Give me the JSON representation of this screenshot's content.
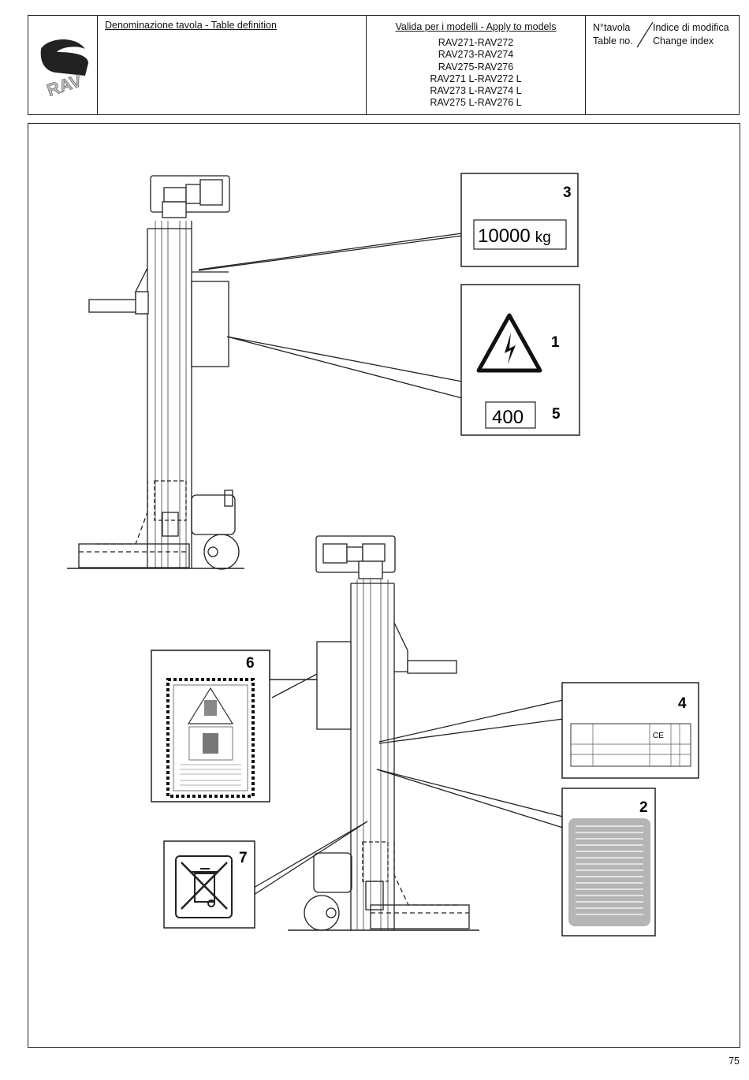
{
  "header": {
    "logo_text": "RAV",
    "table_definition_label": "Denominazione tavola - Table definition",
    "apply_to_models_label": "Valida per i modelli - Apply to models",
    "models": [
      "RAV271-RAV272",
      "RAV273-RAV274",
      "RAV275-RAV276",
      "RAV271 L-RAV272 L",
      "RAV273 L-RAV274 L",
      "RAV275 L-RAV276 L"
    ],
    "table_no_it": "N°tavola",
    "table_no_en": "Table no.",
    "change_index_it": "Indice di modifica",
    "change_index_en": "Change index"
  },
  "labels": {
    "l1_num": "1",
    "l2_num": "2",
    "l3_num": "3",
    "l4_num": "4",
    "l5_num": "5",
    "l6_num": "6",
    "l7_num": "7",
    "capacity_value": "10000",
    "capacity_unit": "kg",
    "voltage_value": "400",
    "ce_mark": "CE"
  },
  "page_number": "75"
}
